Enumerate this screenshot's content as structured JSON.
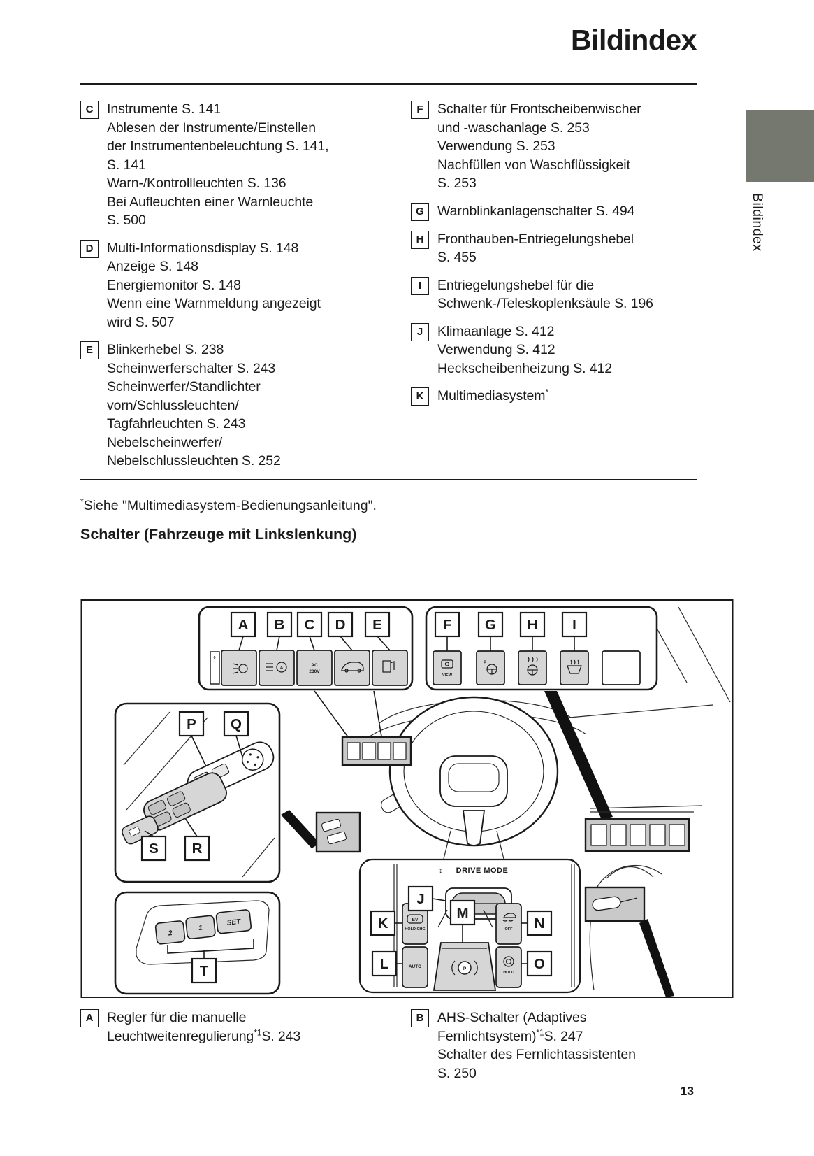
{
  "page": {
    "title": "Bildindex",
    "tab": "Bildindex",
    "number": "13"
  },
  "top_index": {
    "left": [
      {
        "letter": "C",
        "lines": [
          "Instrumente S. 141",
          "Ablesen der Instrumente/Einstellen",
          "der Instrumentenbeleuchtung S. 141,",
          "S. 141",
          "Warn-/Kontrollleuchten S. 136",
          "Bei Aufleuchten einer Warnleuchte",
          "S. 500"
        ]
      },
      {
        "letter": "D",
        "lines": [
          "Multi-Informationsdisplay S. 148",
          "Anzeige S. 148",
          "Energiemonitor S. 148",
          "Wenn eine Warnmeldung angezeigt",
          "wird S. 507"
        ]
      },
      {
        "letter": "E",
        "lines": [
          "Blinkerhebel S. 238",
          "Scheinwerferschalter S. 243",
          "Scheinwerfer/Standlichter",
          "vorn/Schlussleuchten/",
          "Tagfahrleuchten S. 243",
          "Nebelscheinwerfer/",
          "Nebelschlussleuchten S. 252"
        ]
      }
    ],
    "right": [
      {
        "letter": "F",
        "lines": [
          "Schalter für Frontscheibenwischer",
          "und -waschanlage S. 253",
          "Verwendung S. 253",
          "Nachfüllen von Waschflüssigkeit",
          "S. 253"
        ]
      },
      {
        "letter": "G",
        "lines": [
          "Warnblinkanlagenschalter S. 494"
        ]
      },
      {
        "letter": "H",
        "lines": [
          "Fronthauben-Entriegelungshebel",
          "S. 455"
        ]
      },
      {
        "letter": "I",
        "lines": [
          "Entriegelungshebel für die",
          "Schwenk-/Teleskoplenksäule S. 196"
        ]
      },
      {
        "letter": "J",
        "lines": [
          "Klimaanlage S. 412",
          "Verwendung S. 412",
          "Heckscheibenheizung S. 412"
        ]
      },
      {
        "letter": "K",
        "text": "Multimediasystem",
        "sup": "*"
      }
    ]
  },
  "footnote": {
    "sup": "*",
    "text": "Siehe \"Multimediasystem-Bedienungsanleitung\"."
  },
  "section_heading": "Schalter (Fahrzeuge mit Linkslenkung)",
  "bottom_index": {
    "a": {
      "letter": "A",
      "line1": "Regler für die manuelle",
      "line2": {
        "pre": "Leuchtweitenregulierung",
        "sup": "*1",
        "post": "S. 243"
      }
    },
    "b": {
      "letter": "B",
      "line1": "AHS-Schalter (Adaptives",
      "line2": {
        "pre": "Fernlichtsystem)",
        "sup": "*1",
        "post": "S. 247"
      },
      "line3": "Schalter des Fernlichtassistenten",
      "line4": "S. 250"
    }
  },
  "diagram": {
    "letters": {
      "A": "A",
      "B": "B",
      "C": "C",
      "D": "D",
      "E": "E",
      "F": "F",
      "G": "G",
      "H": "H",
      "I": "I",
      "J": "J",
      "K": "K",
      "L": "L",
      "M": "M",
      "N": "N",
      "O": "O",
      "P": "P",
      "Q": "Q",
      "R": "R",
      "S": "S",
      "T": "T"
    },
    "drive_arrow": "↕",
    "drive_mode": "DRIVE MODE",
    "seat": {
      "b1": "2",
      "b2": "1",
      "b3": "SET"
    },
    "sw": {
      "zero": "0",
      "acA": "A",
      "ac1": "AC",
      "ac2": "230V",
      "view": "VIEW",
      "p": "P",
      "pbrake": "P",
      "auto": "AUTO",
      "hold": "HOLD",
      "off": "OFF",
      "ev": "EV",
      "holdchg": "HOLD CHG"
    }
  }
}
